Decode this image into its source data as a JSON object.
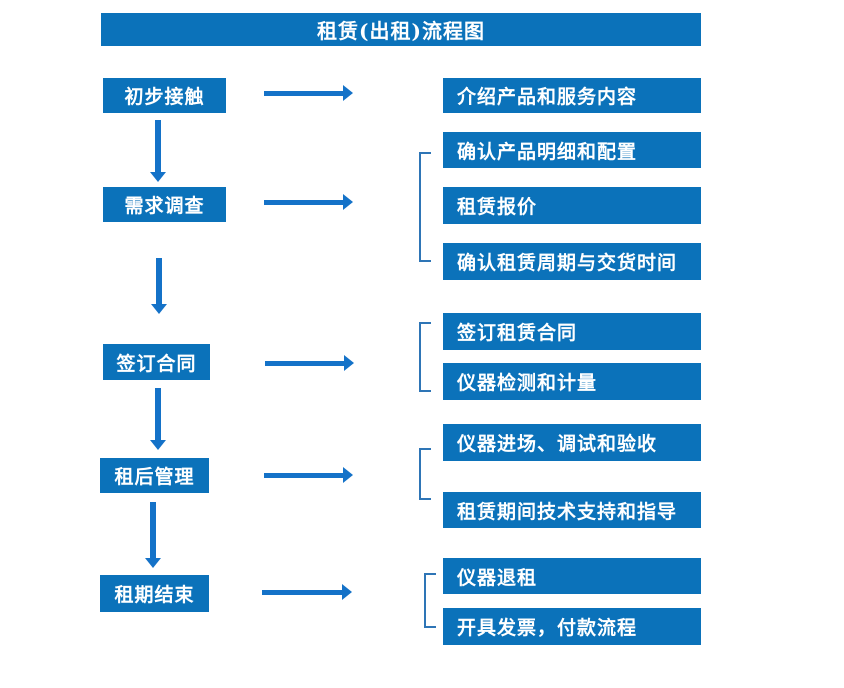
{
  "title": "租赁(出租)流程图",
  "colors": {
    "box_fill": "#0B72BA",
    "arrow": "#1472C8",
    "bracket": "#2E75B6",
    "box_text": "#FFFFFF",
    "background": "#FFFFFF"
  },
  "stages": [
    {
      "label": "初步接触",
      "outputs": [
        "介绍产品和服务内容"
      ]
    },
    {
      "label": "需求调查",
      "outputs": [
        "确认产品明细和配置",
        "租赁报价",
        "确认租赁周期与交货时间"
      ]
    },
    {
      "label": "签订合同",
      "outputs": [
        "签订租赁合同",
        "仪器检测和计量"
      ]
    },
    {
      "label": "租后管理",
      "outputs": [
        "仪器进场、调试和验收",
        "租赁期间技术支持和指导"
      ]
    },
    {
      "label": "租期结束",
      "outputs": [
        "仪器退租",
        "开具发票，付款流程"
      ]
    }
  ]
}
